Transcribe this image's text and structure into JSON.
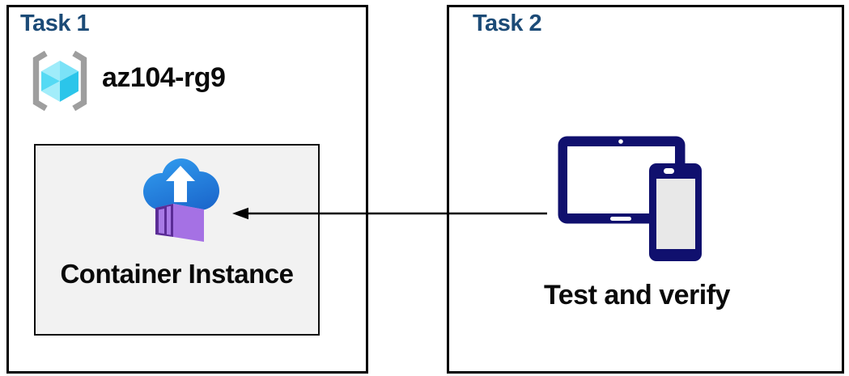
{
  "page": {
    "background": "#FFFFFF"
  },
  "task1": {
    "title": "Task 1",
    "resource_group": {
      "name": "az104-rg9",
      "icon": "azure-resource-group"
    },
    "container_box": {
      "label": "Container Instance",
      "icon": "azure-container-instances"
    }
  },
  "task2": {
    "title": "Task 2",
    "devices_icon": "tablet-and-phone",
    "label": "Test and verify"
  },
  "arrow": {
    "from": "task2-devices",
    "to": "container-instance-box",
    "direction": "right-to-left"
  },
  "colors": {
    "page_background": "#FFFFFF",
    "title_blue": "#1C4B77",
    "box_border": "#000000",
    "inner_box_fill": "#F2F2F2",
    "inner_box_border": "#0D0D0D",
    "device_navy": "#10106E",
    "phone_screen_gray": "#E8E8E8",
    "cloud_blue_top": "#2F98EC",
    "cloud_blue_bottom": "#1B67CC",
    "container_front_purple": "#A571E4",
    "container_top_purple": "#C9A6F6",
    "container_frame_purple": "#5B2C96",
    "container_stripe_purple": "#A87AE6",
    "bracket_gray": "#9E9E9E",
    "cube_top_light": "#9FECFA",
    "cube_top": "#7BE2F7",
    "cube_left": "#55DAF4",
    "cube_left_lower": "#A2EDFA",
    "cube_right": "#2BC5EA",
    "arrow_black": "#000000"
  }
}
